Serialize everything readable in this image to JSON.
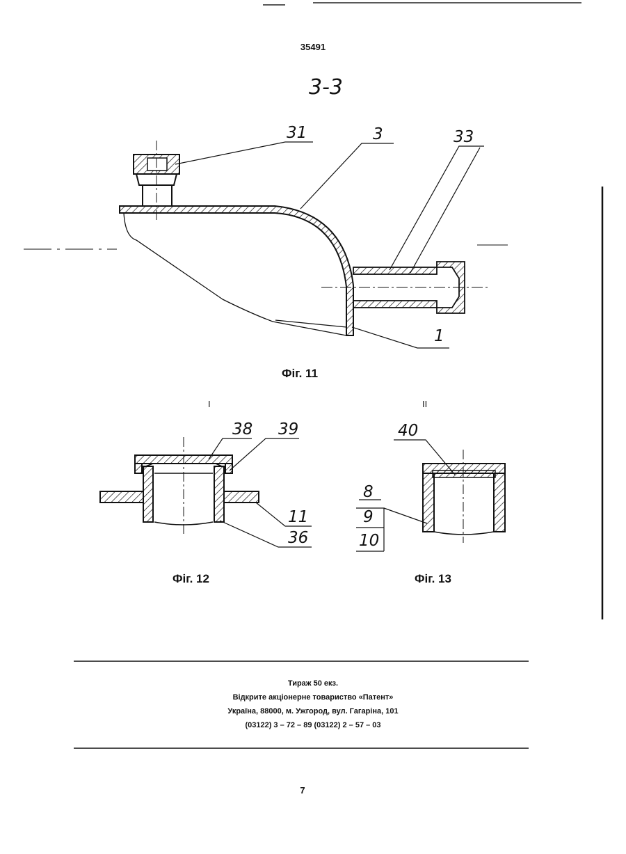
{
  "header": {
    "patent_number": "35491"
  },
  "section": {
    "title": "3-3",
    "view_left": "I",
    "view_right": "II"
  },
  "figures": {
    "fig11": {
      "caption": "Фіг. 11",
      "labels": [
        "31",
        "3",
        "33",
        "1"
      ]
    },
    "fig12": {
      "caption": "Фіг. 12",
      "labels": [
        "38",
        "39",
        "11",
        "36"
      ]
    },
    "fig13": {
      "caption": "Фіг. 13",
      "labels": [
        "40",
        "8",
        "9",
        "10"
      ]
    }
  },
  "footer": {
    "line1": "Тираж 50 екз.",
    "line2": "Відкрите акціонерне товариство «Патент»",
    "line3": "Україна, 88000, м. Ужгород, вул. Гагаріна, 101",
    "line4": "(03122) 3 – 72 – 89   (03122) 2 – 57 – 03"
  },
  "page_number": "7"
}
